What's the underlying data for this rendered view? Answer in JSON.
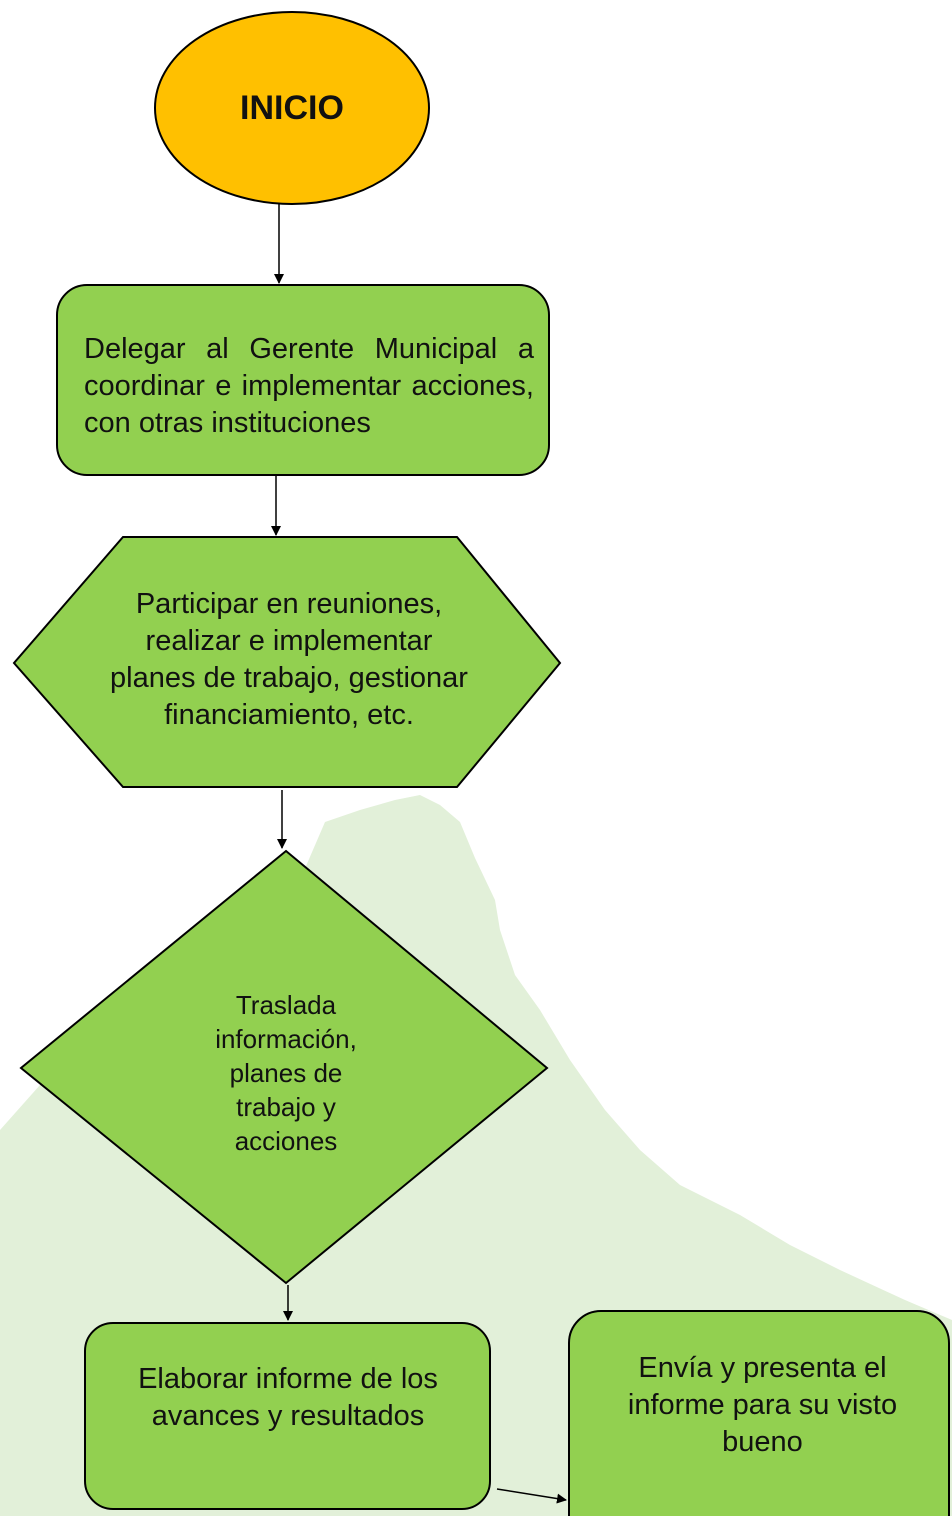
{
  "diagram": {
    "colors": {
      "start_fill": "#FFC000",
      "process_fill": "#92D050",
      "background_shape": "#E2F0D9",
      "stroke": "#000000"
    },
    "nodes": {
      "start": {
        "shape": "ellipse",
        "text": "INICIO"
      },
      "delegate": {
        "shape": "rounded-rectangle",
        "text": "Delegar al Gerente Municipal a coordinar e implementar acciones, con otras instituciones"
      },
      "participate": {
        "shape": "hexagon",
        "text": "Participar en reuniones, realizar e implementar planes de trabajo, gestionar financiamiento, etc."
      },
      "transfer": {
        "shape": "diamond",
        "text": "Traslada información, planes de trabajo y acciones"
      },
      "report": {
        "shape": "rounded-rectangle",
        "text": "Elaborar informe de los avances y resultados"
      },
      "send": {
        "shape": "rounded-rectangle",
        "text": "Envía y presenta el informe para su visto bueno"
      }
    },
    "edges": [
      {
        "from": "start",
        "to": "delegate"
      },
      {
        "from": "delegate",
        "to": "participate"
      },
      {
        "from": "participate",
        "to": "transfer"
      },
      {
        "from": "transfer",
        "to": "report"
      },
      {
        "from": "report",
        "to": "send"
      }
    ]
  }
}
